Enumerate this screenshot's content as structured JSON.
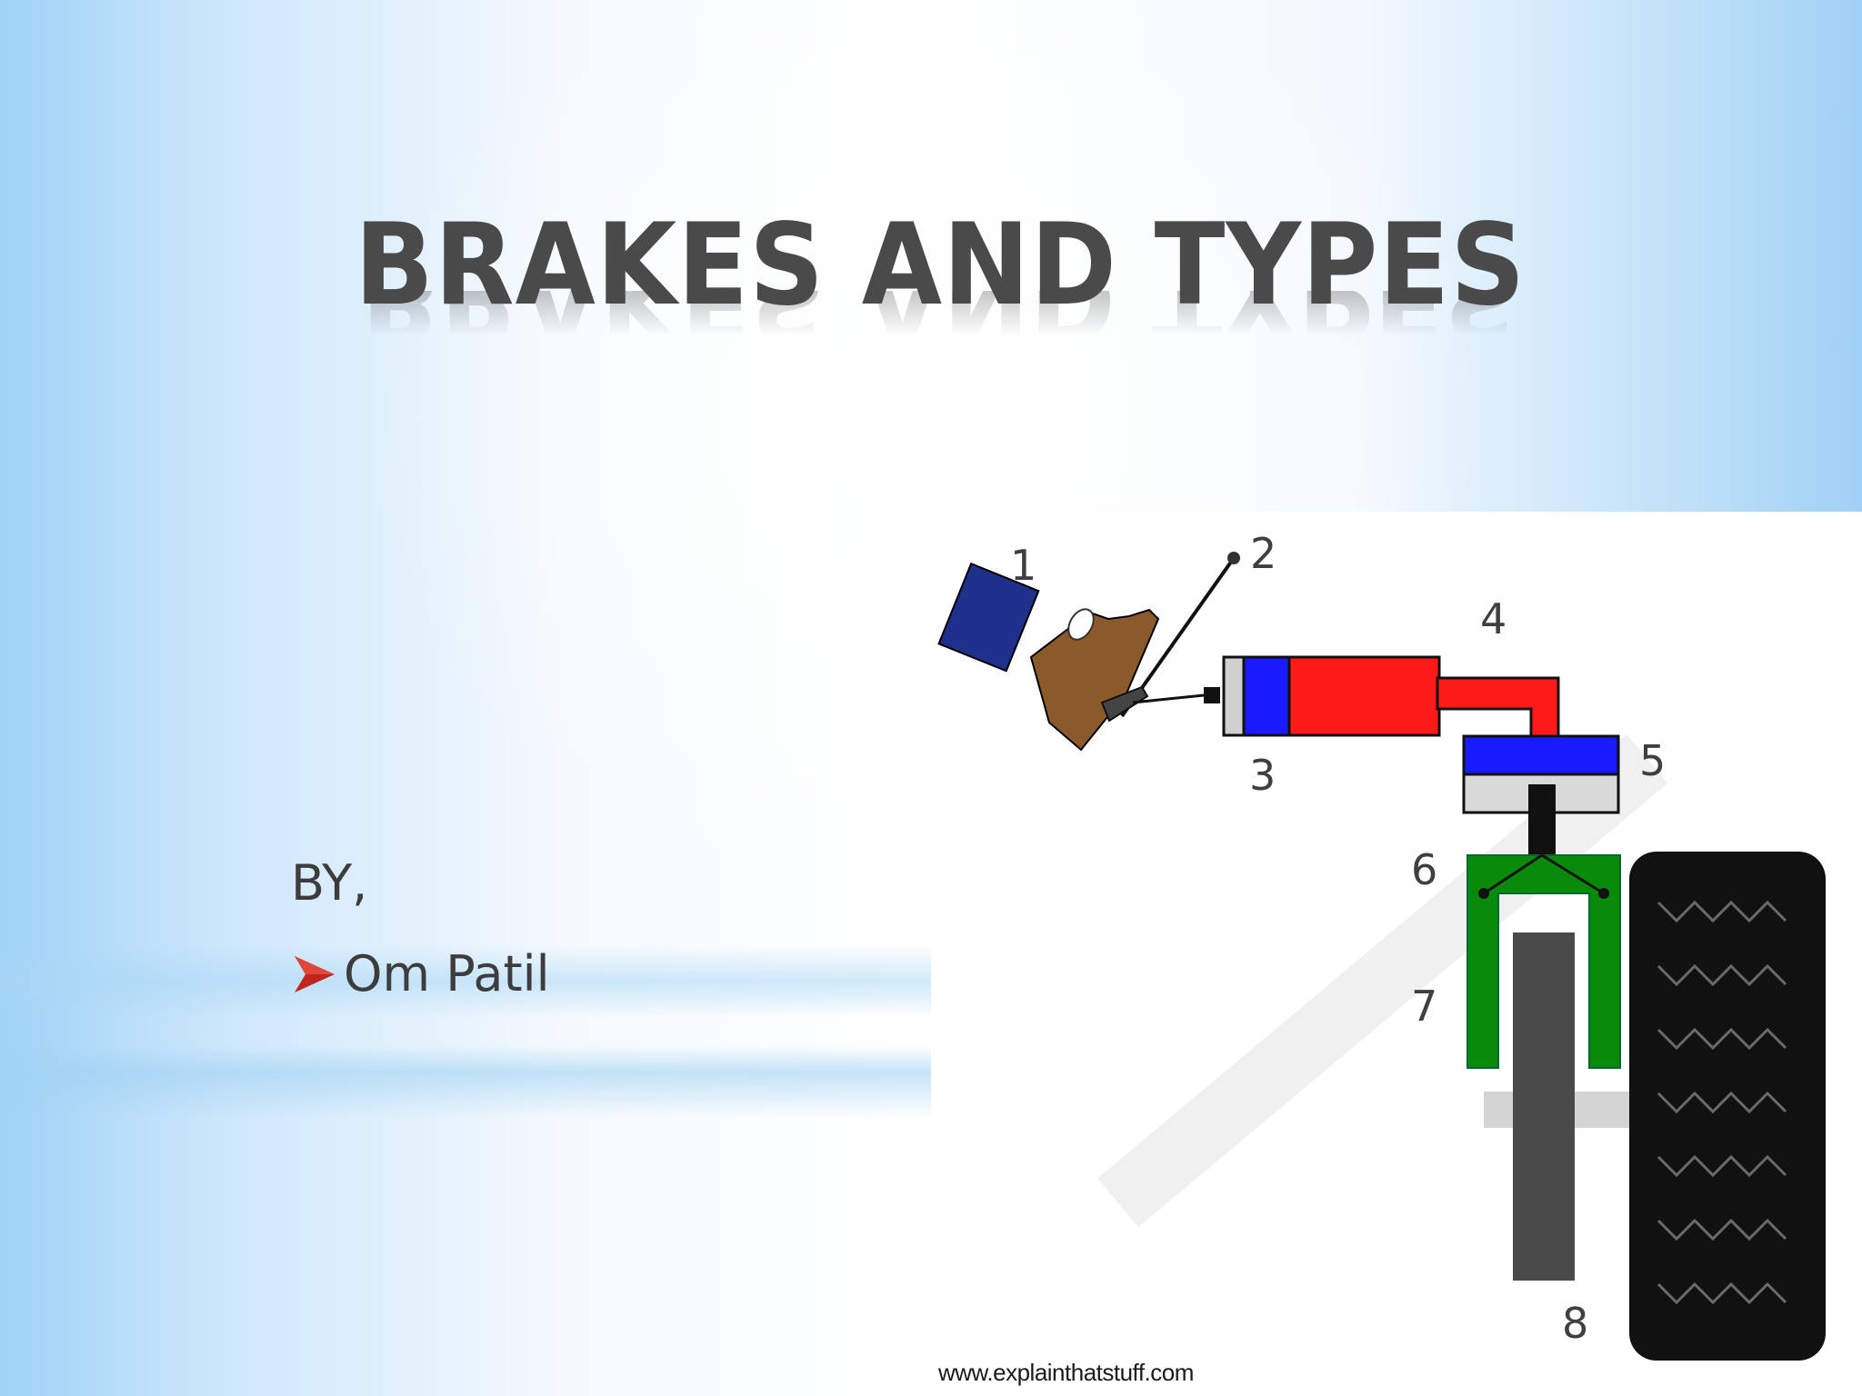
{
  "slide": {
    "title": "BRAKES AND TYPES",
    "by_label": "BY,",
    "author": "Om Patil"
  },
  "diagram": {
    "labels": [
      "1",
      "2",
      "3",
      "4",
      "5",
      "6",
      "7",
      "8"
    ],
    "source_credit": "www.explainthatstuff.com",
    "colors": {
      "master_cylinder": "#ff1a1a",
      "piston": "#1a1aff",
      "caliper": "#0a8a0a",
      "shoe": "#2b3f9a",
      "tire": "#111111",
      "disc": "#4a4a4a"
    }
  }
}
